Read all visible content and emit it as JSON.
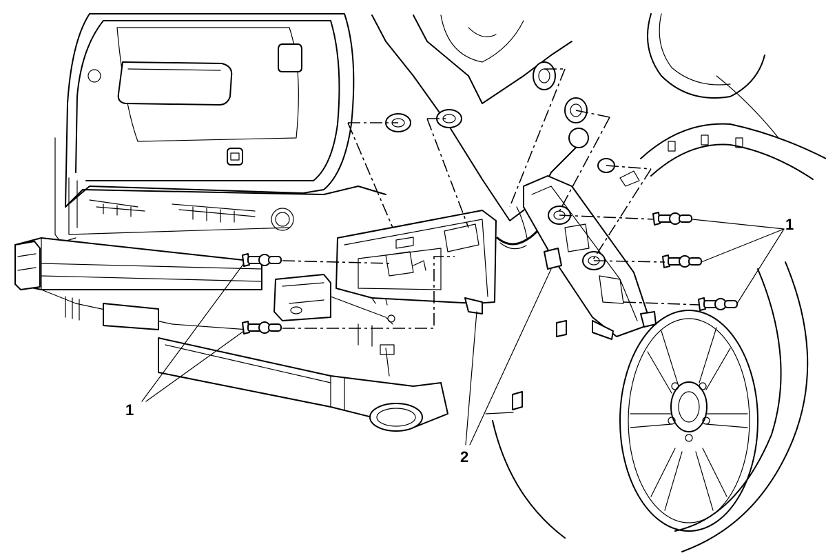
{
  "callouts": {
    "left_fasteners": "1",
    "right_fasteners": "1",
    "brackets": "2"
  }
}
